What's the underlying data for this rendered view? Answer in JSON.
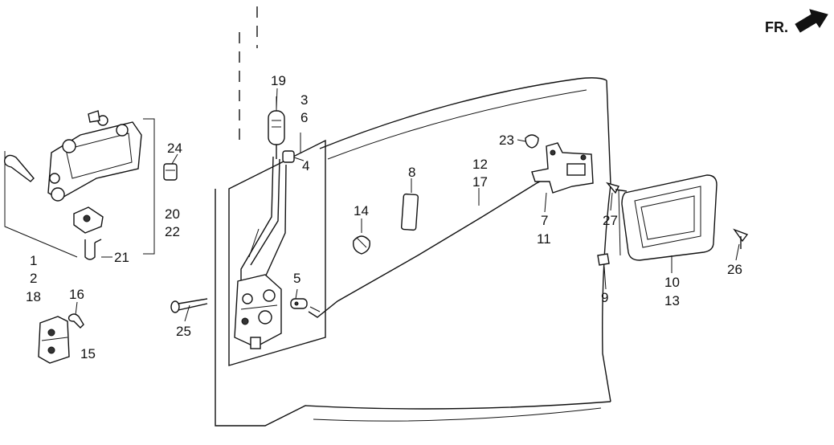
{
  "diagram": {
    "orientation_label": "FR.",
    "callouts": {
      "n1": "1",
      "n2": "2",
      "n3": "3",
      "n4": "4",
      "n5": "5",
      "n6": "6",
      "n7": "7",
      "n8": "8",
      "n9": "9",
      "n10": "10",
      "n11": "11",
      "n12": "12",
      "n13": "13",
      "n14": "14",
      "n15": "15",
      "n16": "16",
      "n17": "17",
      "n18": "18",
      "n19": "19",
      "n20": "20",
      "n21": "21",
      "n22": "22",
      "n23": "23",
      "n24": "24",
      "n25": "25",
      "n26": "26",
      "n27": "27"
    },
    "icons": {
      "arrow": "front-arrow-icon"
    }
  }
}
